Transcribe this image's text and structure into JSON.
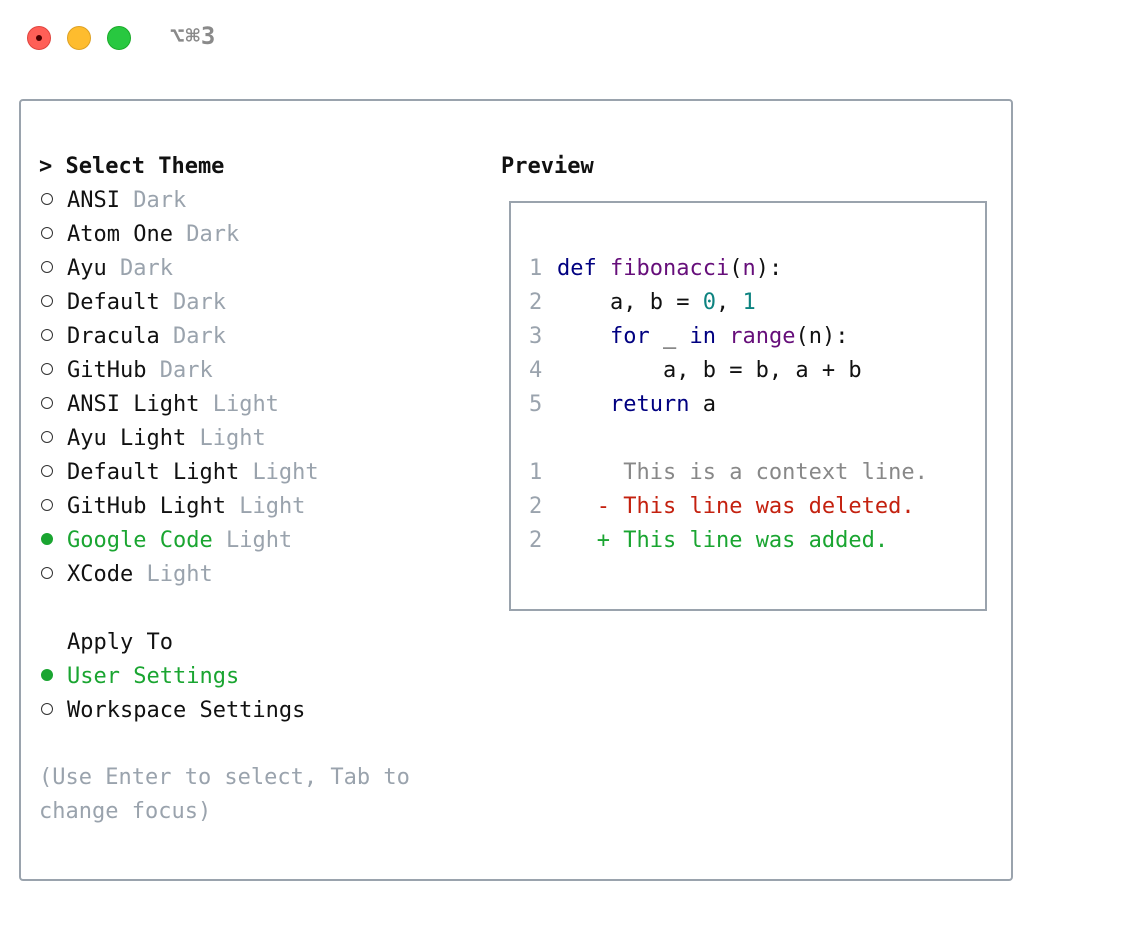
{
  "window": {
    "shortcut": "⌥⌘3"
  },
  "theme_menu": {
    "title": "> Select Theme",
    "items": [
      {
        "name": "ANSI",
        "variant": "Dark",
        "selected": false
      },
      {
        "name": "Atom One",
        "variant": "Dark",
        "selected": false
      },
      {
        "name": "Ayu",
        "variant": "Dark",
        "selected": false
      },
      {
        "name": "Default",
        "variant": "Dark",
        "selected": false
      },
      {
        "name": "Dracula",
        "variant": "Dark",
        "selected": false
      },
      {
        "name": "GitHub",
        "variant": "Dark",
        "selected": false
      },
      {
        "name": "ANSI Light",
        "variant": "Light",
        "selected": false
      },
      {
        "name": "Ayu Light",
        "variant": "Light",
        "selected": false
      },
      {
        "name": "Default Light",
        "variant": "Light",
        "selected": false
      },
      {
        "name": "GitHub Light",
        "variant": "Light",
        "selected": false
      },
      {
        "name": "Google Code",
        "variant": "Light",
        "selected": true
      },
      {
        "name": "XCode",
        "variant": "Light",
        "selected": false
      }
    ]
  },
  "apply_to": {
    "title": "Apply To",
    "items": [
      {
        "label": "User Settings",
        "selected": true
      },
      {
        "label": "Workspace Settings",
        "selected": false
      }
    ]
  },
  "help_text": "(Use Enter to select, Tab to change focus)",
  "preview": {
    "title": "Preview",
    "code": {
      "line_numbers": [
        "1",
        "2",
        "3",
        "4",
        "5"
      ],
      "l1_kw": "def",
      "l1_fn": "fibonacci",
      "l1_rest_a": "(",
      "l1_param": "n",
      "l1_rest_b": "):",
      "l2_a": "a, b = ",
      "l2_n0": "0",
      "l2_mid": ", ",
      "l2_n1": "1",
      "l3_for": "for",
      "l3_mid": " _ ",
      "l3_in": "in",
      "l3_range": "range",
      "l3_rest": "(n):",
      "l4": "a, b = b, a + b",
      "l5_kw": "return",
      "l5_rest": " a"
    },
    "diff": {
      "context_num": "1",
      "context": "This is a context line.",
      "deleted_num": "2",
      "deleted": "- This line was deleted.",
      "added_num": "2",
      "added": "+ This line was added."
    }
  },
  "colors": {
    "selected": "#1aa531",
    "dim": "#9aa3ad",
    "keyword": "#000080",
    "function": "#660e7a",
    "number": "#0d8380",
    "deleted": "#c4210f",
    "added": "#1aa531"
  }
}
